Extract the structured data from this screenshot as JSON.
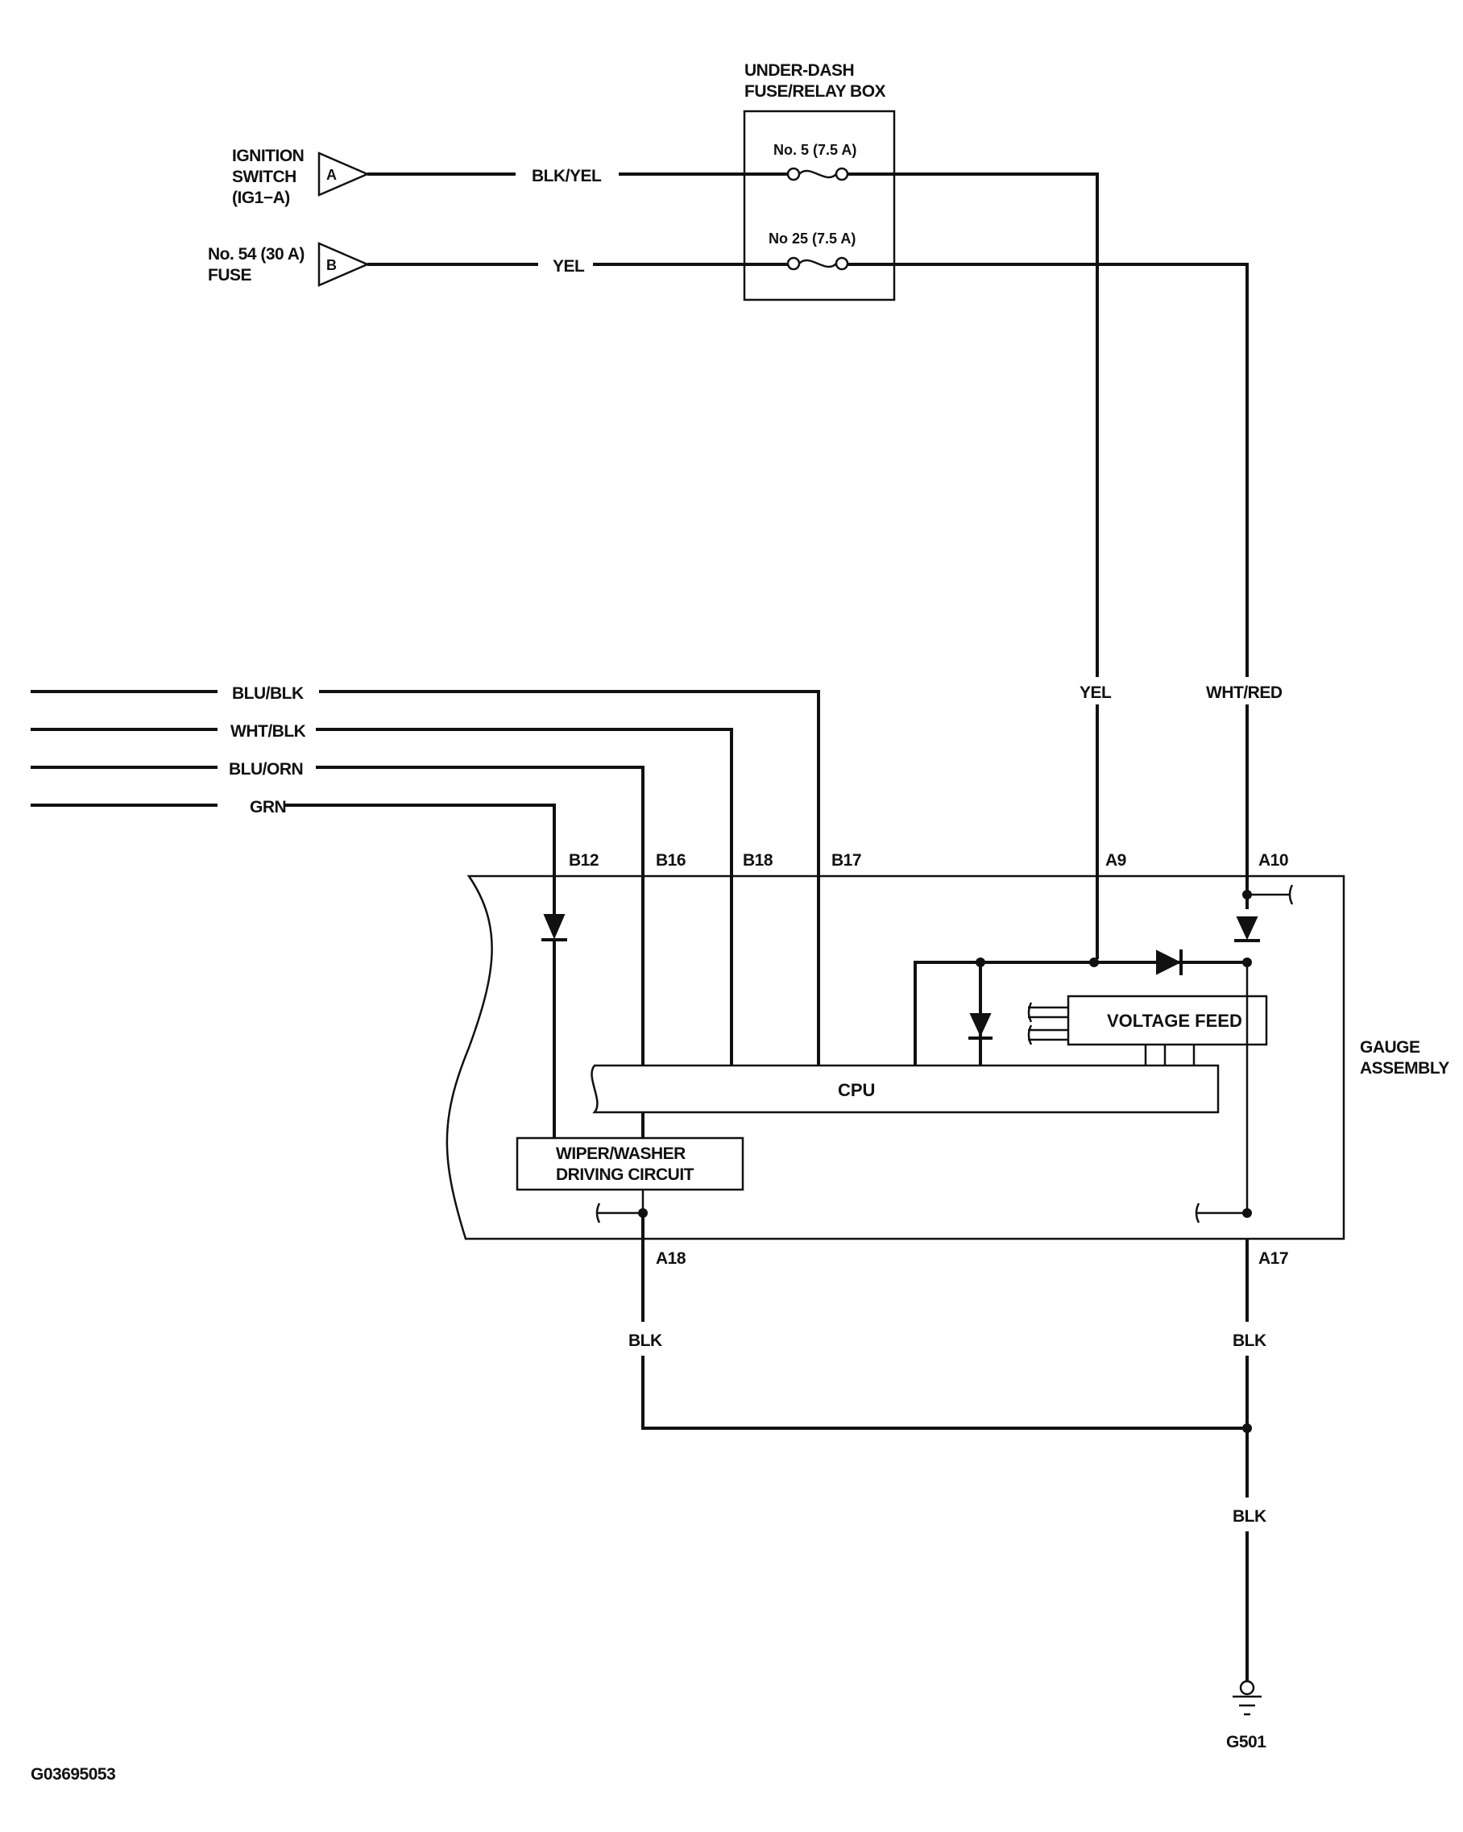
{
  "fuse_box": {
    "title_line1": "UNDER-DASH",
    "title_line2": "FUSE/RELAY BOX",
    "fuse_a": "No. 5 (7.5 A)",
    "fuse_b": "No  25 (7.5 A)"
  },
  "sources": {
    "a_line1": "IGNITION",
    "a_line2": "SWITCH",
    "a_line3": "(IG1−A)",
    "a_letter": "A",
    "b_line1": "No. 54 (30 A)",
    "b_line2": "FUSE",
    "b_letter": "B"
  },
  "wires": {
    "blk_yel": "BLK/YEL",
    "yel_top": "YEL",
    "yel": "YEL",
    "wht_red": "WHT/RED",
    "blu_blk": "BLU/BLK",
    "wht_blk": "WHT/BLK",
    "blu_orn": "BLU/ORN",
    "grn": "GRN",
    "blk_left": "BLK",
    "blk_right": "BLK",
    "blk_bottom": "BLK"
  },
  "pins": {
    "b12": "B12",
    "b16": "B16",
    "b18": "B18",
    "b17": "B17",
    "a9": "A9",
    "a10": "A10",
    "a18": "A18",
    "a17": "A17"
  },
  "gauge": {
    "name_line1": "GAUGE",
    "name_line2": "ASSEMBLY",
    "voltage_feed": "VOLTAGE FEED",
    "cpu": "CPU",
    "wiper_line1": "WIPER/WASHER",
    "wiper_line2": "DRIVING CIRCUIT"
  },
  "ground": "G501",
  "figure_id": "G03695053"
}
